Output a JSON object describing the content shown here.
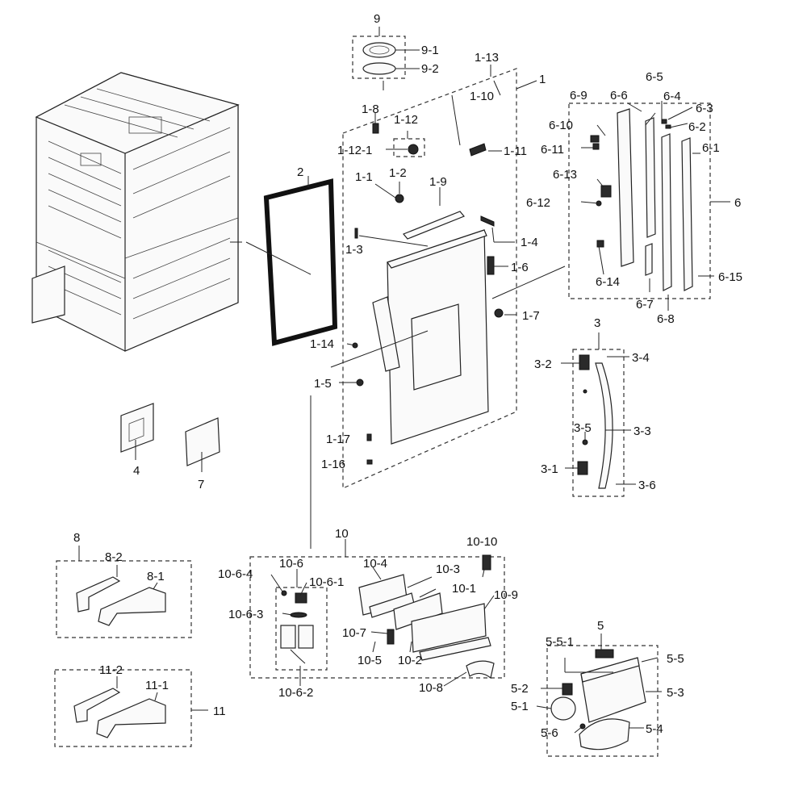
{
  "labels": {
    "l1": "1",
    "l1_1": "1-1",
    "l1_2": "1-2",
    "l1_3": "1-3",
    "l1_4": "1-4",
    "l1_5": "1-5",
    "l1_6": "1-6",
    "l1_7": "1-7",
    "l1_8": "1-8",
    "l1_9": "1-9",
    "l1_10": "1-10",
    "l1_11": "1-11",
    "l1_12": "1-12",
    "l1_12_1": "1-12-1",
    "l1_13": "1-13",
    "l1_14": "1-14",
    "l1_16": "1-16",
    "l1_17": "1-17",
    "l2": "2",
    "l3": "3",
    "l3_1": "3-1",
    "l3_2": "3-2",
    "l3_3": "3-3",
    "l3_4": "3-4",
    "l3_5": "3-5",
    "l3_6": "3-6",
    "l4": "4",
    "l5": "5",
    "l5_1": "5-1",
    "l5_2": "5-2",
    "l5_3": "5-3",
    "l5_4": "5-4",
    "l5_5": "5-5",
    "l5_5_1": "5-5-1",
    "l5_6": "5-6",
    "l6": "6",
    "l6_1": "6-1",
    "l6_2": "6-2",
    "l6_3": "6-3",
    "l6_4": "6-4",
    "l6_5": "6-5",
    "l6_6": "6-6",
    "l6_7": "6-7",
    "l6_8": "6-8",
    "l6_9": "6-9",
    "l6_10": "6-10",
    "l6_11": "6-11",
    "l6_12": "6-12",
    "l6_13": "6-13",
    "l6_14": "6-14",
    "l6_15": "6-15",
    "l7": "7",
    "l8": "8",
    "l8_1": "8-1",
    "l8_2": "8-2",
    "l9": "9",
    "l9_1": "9-1",
    "l9_2": "9-2",
    "l10": "10",
    "l10_1": "10-1",
    "l10_2": "10-2",
    "l10_3": "10-3",
    "l10_4": "10-4",
    "l10_5": "10-5",
    "l10_6": "10-6",
    "l10_6_1": "10-6-1",
    "l10_6_2": "10-6-2",
    "l10_6_3": "10-6-3",
    "l10_6_4": "10-6-4",
    "l10_7": "10-7",
    "l10_8": "10-8",
    "l10_9": "10-9",
    "l10_10": "10-10",
    "l11": "11",
    "l11_1": "11-1",
    "l11_2": "11-2"
  },
  "colors": {
    "line": "#222222",
    "fill": "#fafafa",
    "dark": "#2a2a2a"
  }
}
